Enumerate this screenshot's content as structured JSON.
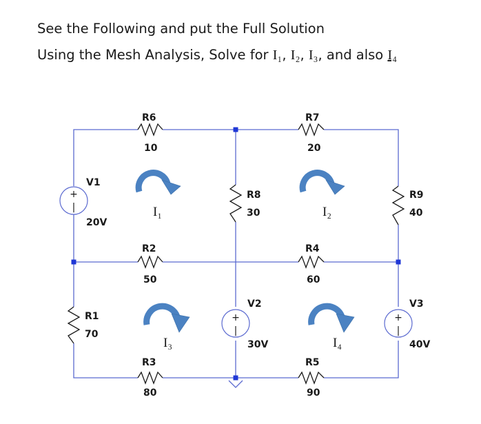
{
  "question": {
    "line1": "See the Following and put the Full Solution",
    "line2_prefix": "Using the Mesh Analysis, Solve for ",
    "i1": "I₁",
    "sep1": ", ",
    "i2": "I₂",
    "sep2": ", ",
    "i3": "I₃",
    "sep3": ", and also ",
    "i4": "I₄"
  },
  "components": {
    "R6": {
      "name": "R6",
      "value": "10"
    },
    "R7": {
      "name": "R7",
      "value": "20"
    },
    "R8": {
      "name": "R8",
      "value": "30"
    },
    "R9": {
      "name": "R9",
      "value": "40"
    },
    "R2": {
      "name": "R2",
      "value": "50"
    },
    "R4": {
      "name": "R4",
      "value": "60"
    },
    "R1": {
      "name": "R1",
      "value": "70"
    },
    "R3": {
      "name": "R3",
      "value": "80"
    },
    "R5": {
      "name": "R5",
      "value": "90"
    },
    "V1": {
      "name": "V1",
      "value": "20V"
    },
    "V2": {
      "name": "V2",
      "value": "30V"
    },
    "V3": {
      "name": "V3",
      "value": "40V"
    }
  },
  "mesh_currents": {
    "I1": "I₁",
    "I2": "I₂",
    "I3": "I₃",
    "I4": "I₄"
  },
  "source_polarity": {
    "plus": "+",
    "minus": "|"
  },
  "colors": {
    "wire": "#5b6ad0",
    "node": "#1f37d6",
    "arrow": "#4b82c2"
  }
}
